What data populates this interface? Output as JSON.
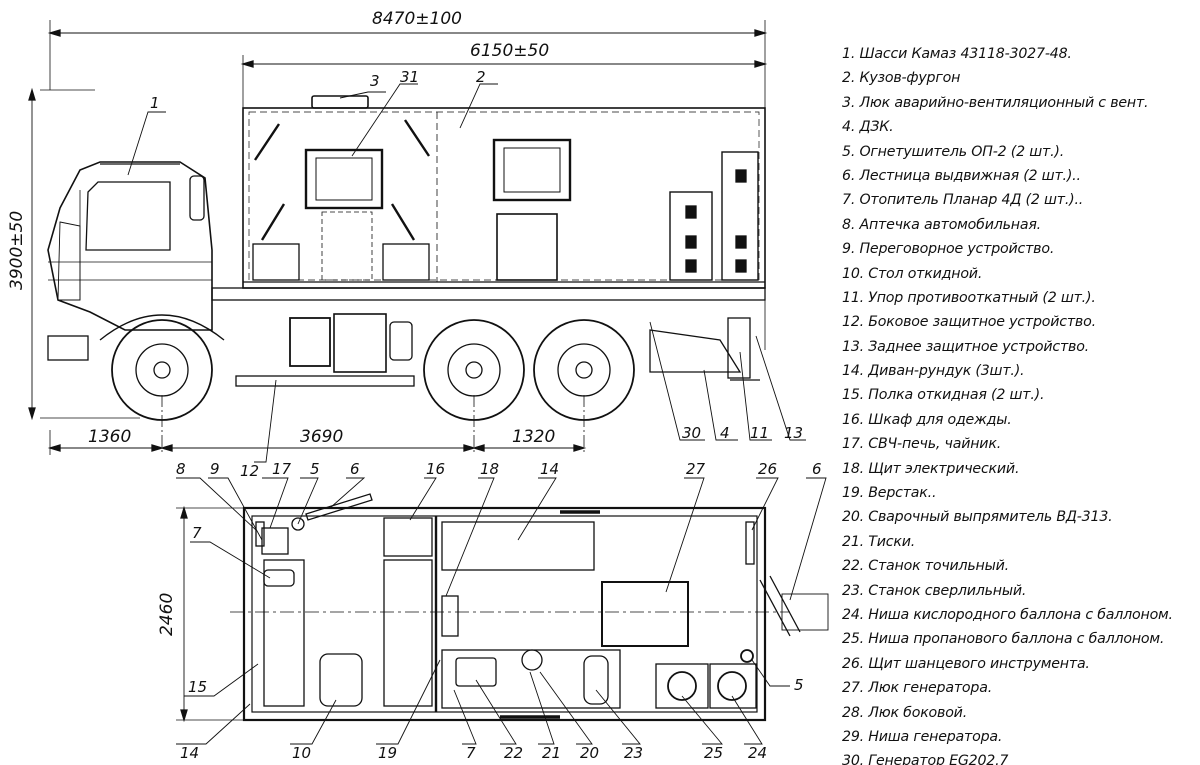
{
  "dimensions": {
    "total_length": "8470±100",
    "body_length": "6150±50",
    "height": "3900±50",
    "front_overhang": "1360",
    "wheelbase": "3690",
    "rear_axle_spacing": "1320",
    "body_width": "2460"
  },
  "side_callouts": [
    "1",
    "2",
    "3",
    "31",
    "30",
    "4",
    "11",
    "13",
    "12"
  ],
  "plan_callouts": [
    "8",
    "9",
    "17",
    "5",
    "6",
    "16",
    "18",
    "14",
    "27",
    "26",
    "6",
    "7",
    "15",
    "14",
    "10",
    "19",
    "7",
    "22",
    "21",
    "20",
    "23",
    "25",
    "24",
    "5"
  ],
  "legend": [
    "1. Шасси Камаз 43118-3027-48.",
    "2. Кузов-фургон",
    "3. Люк аварийно-вентиляционный с вент.",
    "4. ДЗК.",
    "5. Огнетушитель ОП-2 (2 шт.).",
    "6. Лестница выдвижная (2 шт.)..",
    "7. Отопитель Планар 4Д (2 шт.)..",
    "8. Аптечка автомобильная.",
    "9. Переговорное устройство.",
    "10. Стол откидной.",
    "11. Упор противооткатный (2 шт.).",
    "12. Боковое защитное устройство.",
    "13. Заднее защитное устройство.",
    "14. Диван-рундук (3шт.).",
    "15. Полка откидная (2 шт.).",
    "16. Шкаф для одежды.",
    "17. СВЧ-печь, чайник.",
    "18. Щит электрический.",
    "19. Верстак..",
    "20. Сварочный выпрямитель ВД-313.",
    "21. Тиски.",
    "22. Станок точильный.",
    "23. Станок сверлильный.",
    "24. Ниша кислородного баллона с баллоном.",
    "25. Ниша пропанового баллона с баллоном.",
    "26. Щит шанцевого инструмента.",
    "27. Люк генератора.",
    "28. Люк боковой.",
    "29. Ниша генератора.",
    "30. Генератор EG202.7"
  ]
}
